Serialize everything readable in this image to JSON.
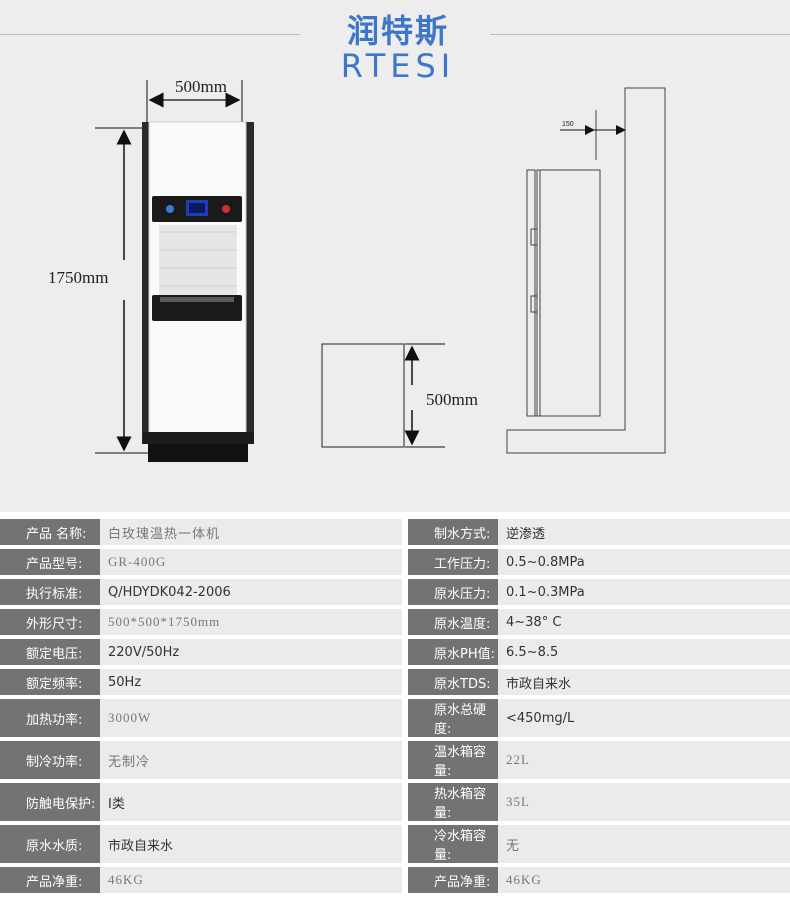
{
  "brand": {
    "name_cn": "润特斯",
    "name_en": "RTESI"
  },
  "dimensions": {
    "width": "500mm",
    "height": "1750mm",
    "base_height": "500mm",
    "wall_gap": "150"
  },
  "colors": {
    "brand_blue": "#3f77c8",
    "label_bg": "#737373",
    "value_bg": "#ebebeb"
  },
  "specs": [
    {
      "l1": "产品 名称:",
      "v1": "白玫瑰温热一体机",
      "l2": "制水方式:",
      "v2": "逆渗透"
    },
    {
      "l1": "产品型号:",
      "v1": "GR-400G",
      "l2": "工作压力:",
      "v2": "0.5~0.8MPa"
    },
    {
      "l1": "执行标准:",
      "v1": "Q/HDYDK042-2006",
      "l2": "原水压力:",
      "v2": "0.1~0.3MPa"
    },
    {
      "l1": "外形尺寸:",
      "v1": "500*500*1750mm",
      "l2": "原水温度:",
      "v2": "4~38° C"
    },
    {
      "l1": "额定电压:",
      "v1": "220V/50Hz",
      "l2": "原水PH值:",
      "v2": "6.5~8.5"
    },
    {
      "l1": "额定频率:",
      "v1": "50Hz",
      "l2": "原水TDS:",
      "v2": "市政自来水"
    },
    {
      "l1": "加热功率:",
      "v1": "3000W",
      "l2": "原水总硬度:",
      "v2": "<450mg/L"
    },
    {
      "l1": "制冷功率:",
      "v1": "无制冷",
      "l2": "温水箱容量:",
      "v2": "22L"
    },
    {
      "l1": "防触电保护:",
      "v1": "I类",
      "l2": "热水箱容量:",
      "v2": "35L"
    },
    {
      "l1": "原水水质:",
      "v1": "市政自来水",
      "l2": "冷水箱容量:",
      "v2": "无"
    },
    {
      "l1": "产品净重:",
      "v1": "46KG",
      "l2": "产品净重:",
      "v2": "46KG"
    }
  ]
}
